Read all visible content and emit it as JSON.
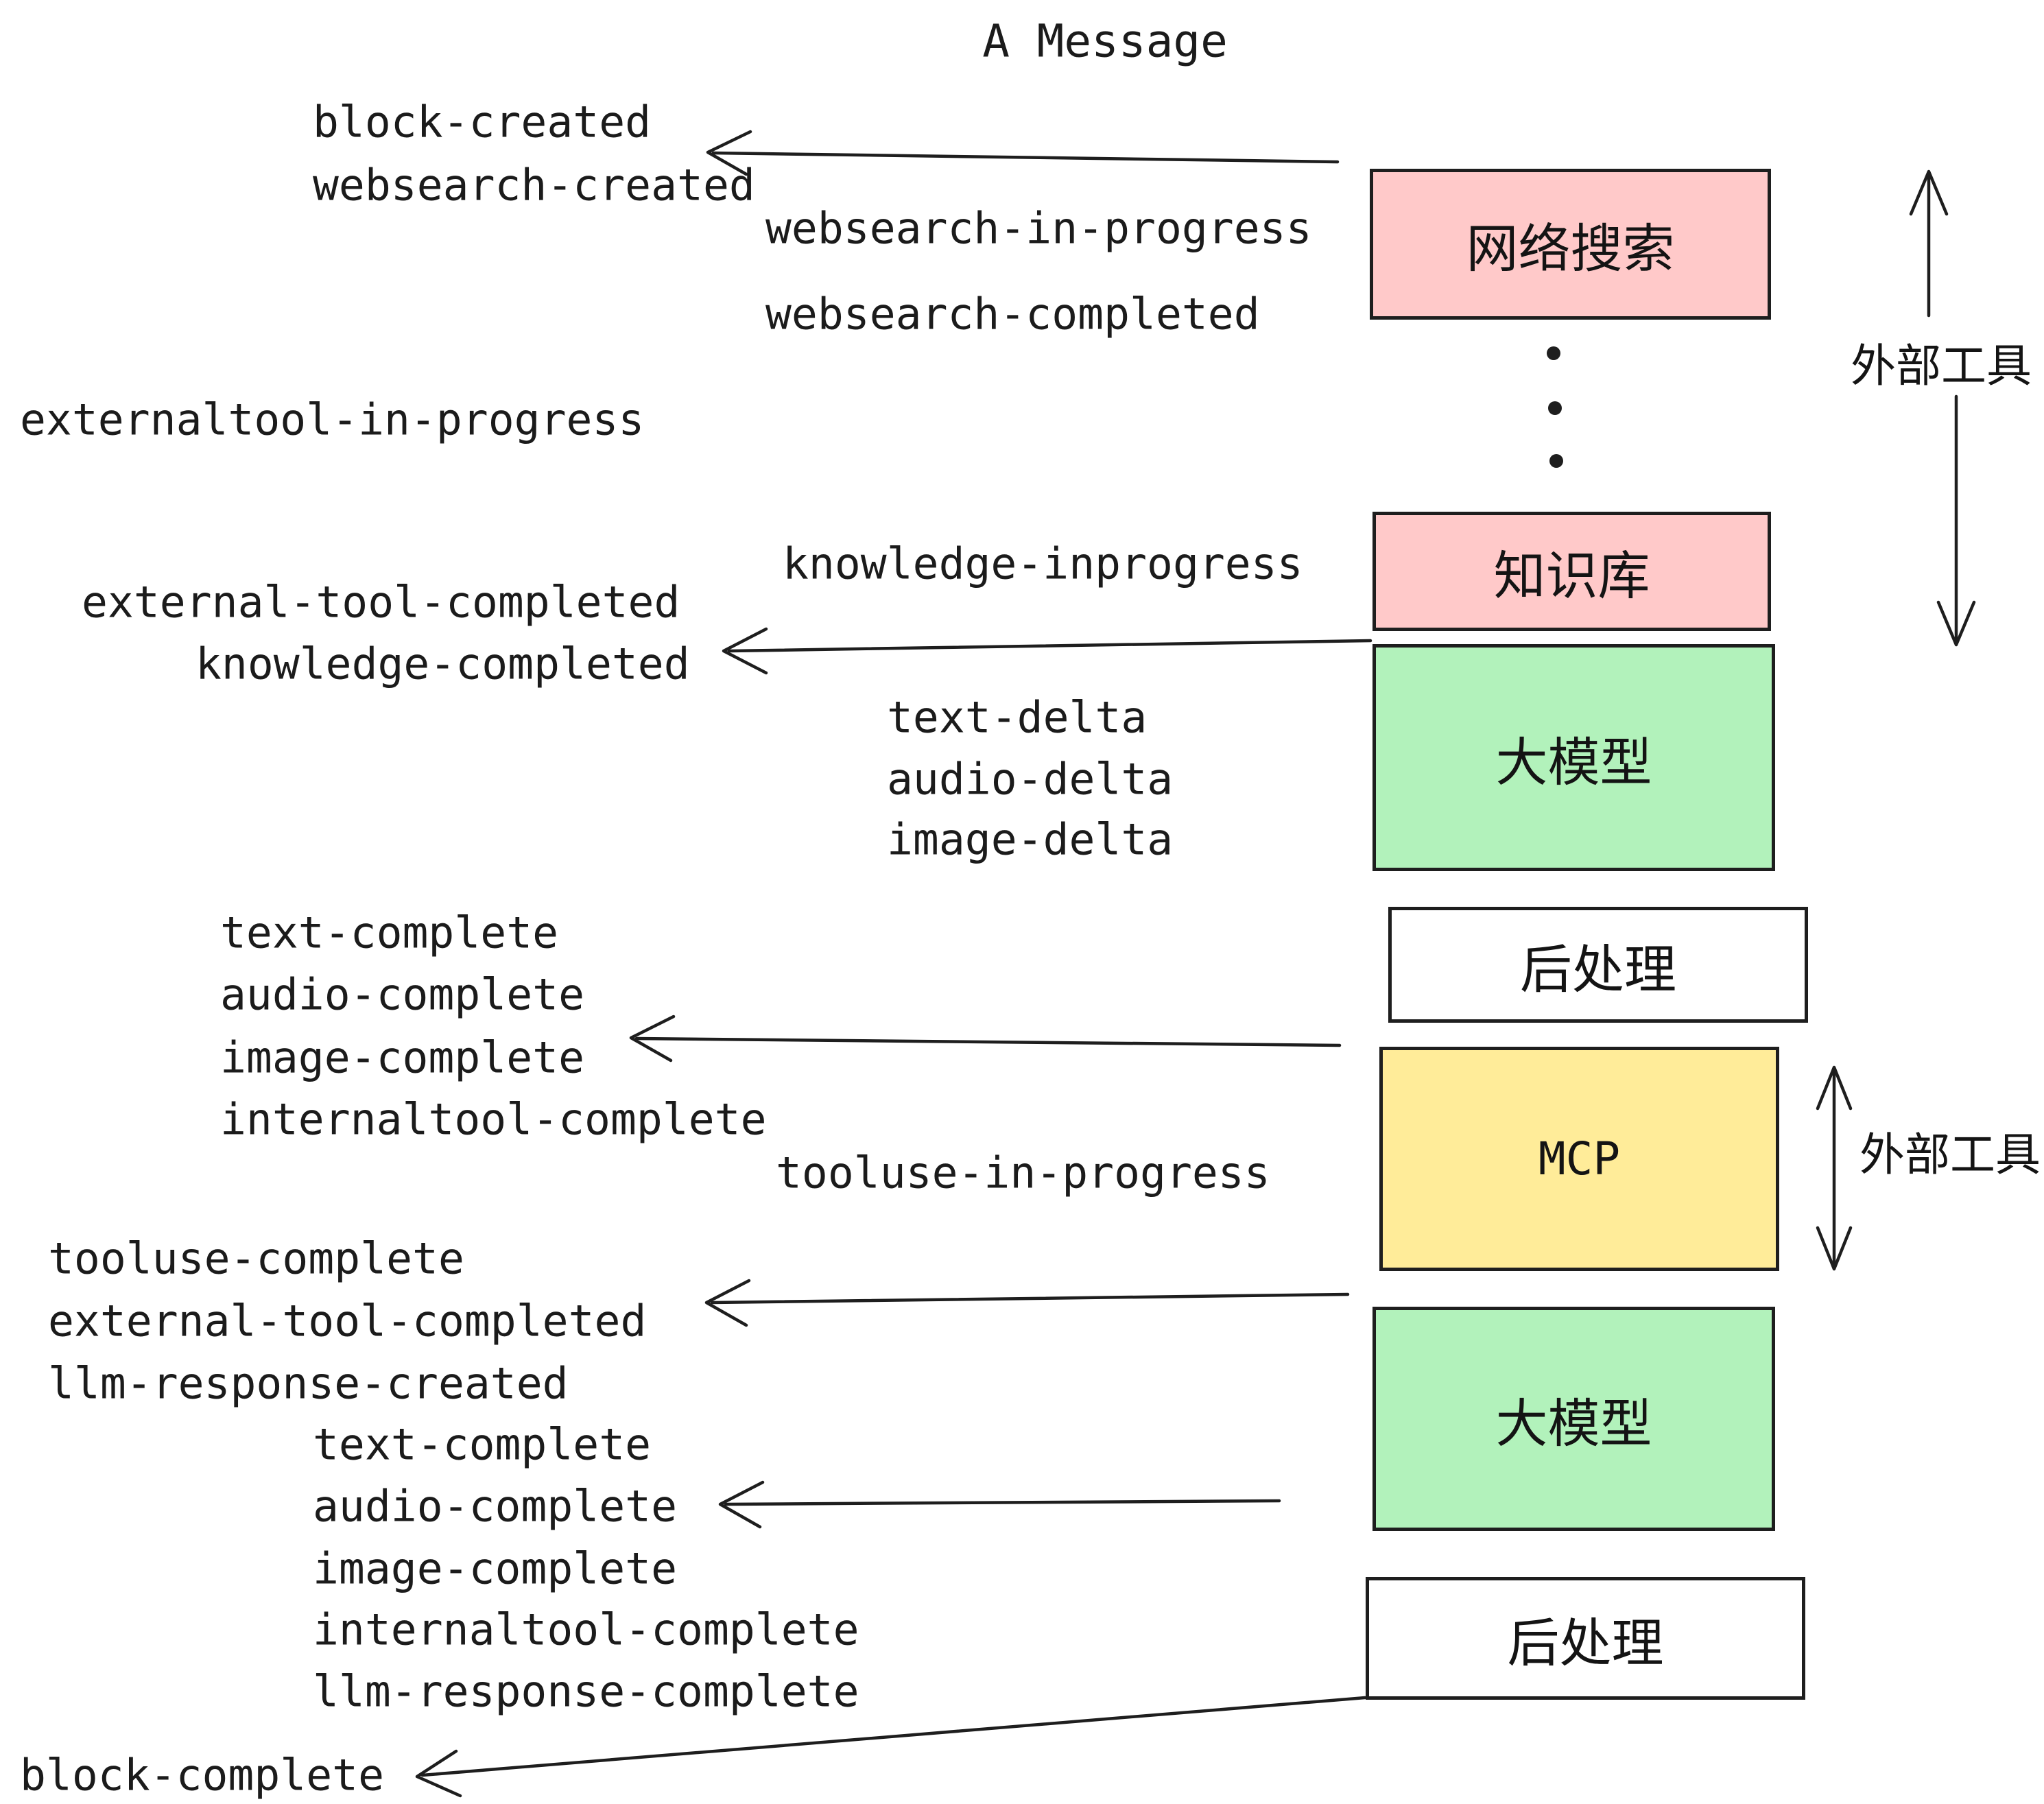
{
  "title": "A Message",
  "events": [
    {
      "text": "block-created"
    },
    {
      "text": "websearch-created"
    },
    {
      "text": "websearch-in-progress"
    },
    {
      "text": "websearch-completed"
    },
    {
      "text": "externaltool-in-progress"
    },
    {
      "text": "knowledge-inprogress"
    },
    {
      "text": "external-tool-completed"
    },
    {
      "text": "knowledge-completed"
    },
    {
      "text": "text-delta"
    },
    {
      "text": "audio-delta"
    },
    {
      "text": "image-delta"
    },
    {
      "text": "text-complete"
    },
    {
      "text": "audio-complete"
    },
    {
      "text": "image-complete"
    },
    {
      "text": "internaltool-complete"
    },
    {
      "text": "tooluse-in-progress"
    },
    {
      "text": "tooluse-complete"
    },
    {
      "text": "external-tool-completed"
    },
    {
      "text": "llm-response-created"
    },
    {
      "text": "text-complete"
    },
    {
      "text": "audio-complete"
    },
    {
      "text": "image-complete"
    },
    {
      "text": "internaltool-complete"
    },
    {
      "text": "llm-response-complete"
    },
    {
      "text": "block-complete"
    }
  ],
  "boxes": [
    {
      "name": "web-search",
      "label": "网络搜索",
      "fill": "#ffc9c9"
    },
    {
      "name": "knowledge-base",
      "label": "知识库",
      "fill": "#ffc9c9"
    },
    {
      "name": "llm-1",
      "label": "大模型",
      "fill": "#b2f2bb"
    },
    {
      "name": "post-process-1",
      "label": "后处理",
      "fill": "#ffffff"
    },
    {
      "name": "mcp",
      "label": "MCP",
      "fill": "#ffec99"
    },
    {
      "name": "llm-2",
      "label": "大模型",
      "fill": "#b2f2bb"
    },
    {
      "name": "post-process-2",
      "label": "后处理",
      "fill": "#ffffff"
    }
  ],
  "annotations": [
    {
      "text": "外部工具"
    },
    {
      "text": "外部工具"
    }
  ],
  "colors": {
    "stroke": "#1e1e1e",
    "pink": "#ffc9c9",
    "green": "#b2f2bb",
    "yellow": "#ffec99",
    "white": "#ffffff"
  }
}
